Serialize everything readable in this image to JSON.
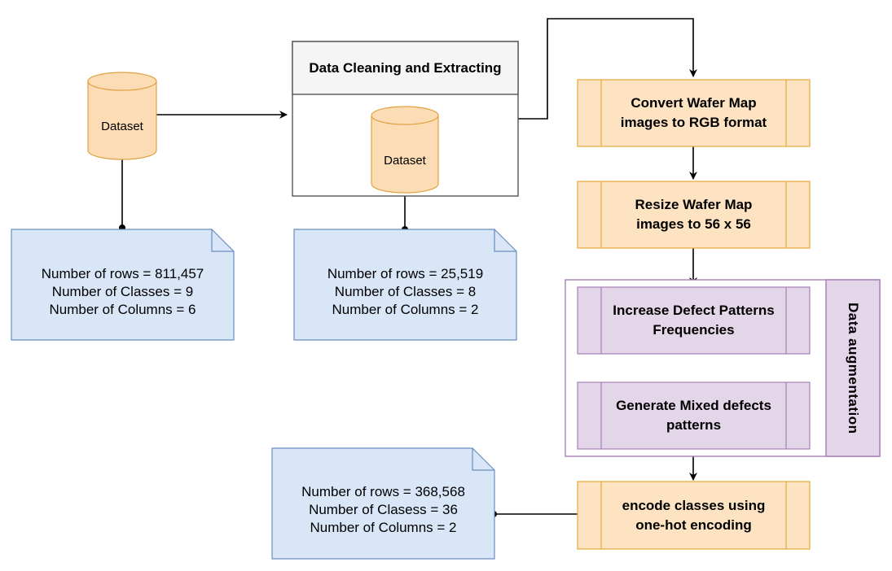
{
  "colors": {
    "cylinder_fill": "#fcdcb4",
    "cylinder_stroke": "#e0a040",
    "process_fill": "#fde3c2",
    "process_stroke": "#e6a83a",
    "augment_fill": "#e3d6e8",
    "augment_stroke": "#a57fb5",
    "note_fill": "#d8e6f7",
    "note_stroke": "#6c8ebf",
    "container_stroke": "#555555",
    "header_fill": "#f5f5f5",
    "line": "#000000"
  },
  "dataset_original": {
    "label": "Dataset",
    "note": [
      "Number of rows = 811,457",
      "Number of Classes = 9",
      "Number of Columns = 6"
    ]
  },
  "cleaning": {
    "title": "Data Cleaning and Extracting",
    "dataset_label": "Dataset",
    "note": [
      "Number of rows = 25,519",
      "Number of Classes = 8",
      "Number of Columns = 2"
    ]
  },
  "steps": {
    "convert": [
      "Convert Wafer Map",
      "images to RGB format"
    ],
    "resize": [
      "Resize Wafer Map",
      "images to 56 x 56"
    ],
    "increase": [
      "Increase Defect Patterns",
      "Frequencies"
    ],
    "generate": [
      "Generate Mixed defects",
      "patterns"
    ],
    "encode": [
      "encode classes using",
      "one-hot encoding"
    ]
  },
  "augmentation": {
    "label": "Data augmentation"
  },
  "final_note": [
    "Number of rows = 368,568",
    "Number of Clasess = 36",
    "Number of Columns = 2"
  ]
}
